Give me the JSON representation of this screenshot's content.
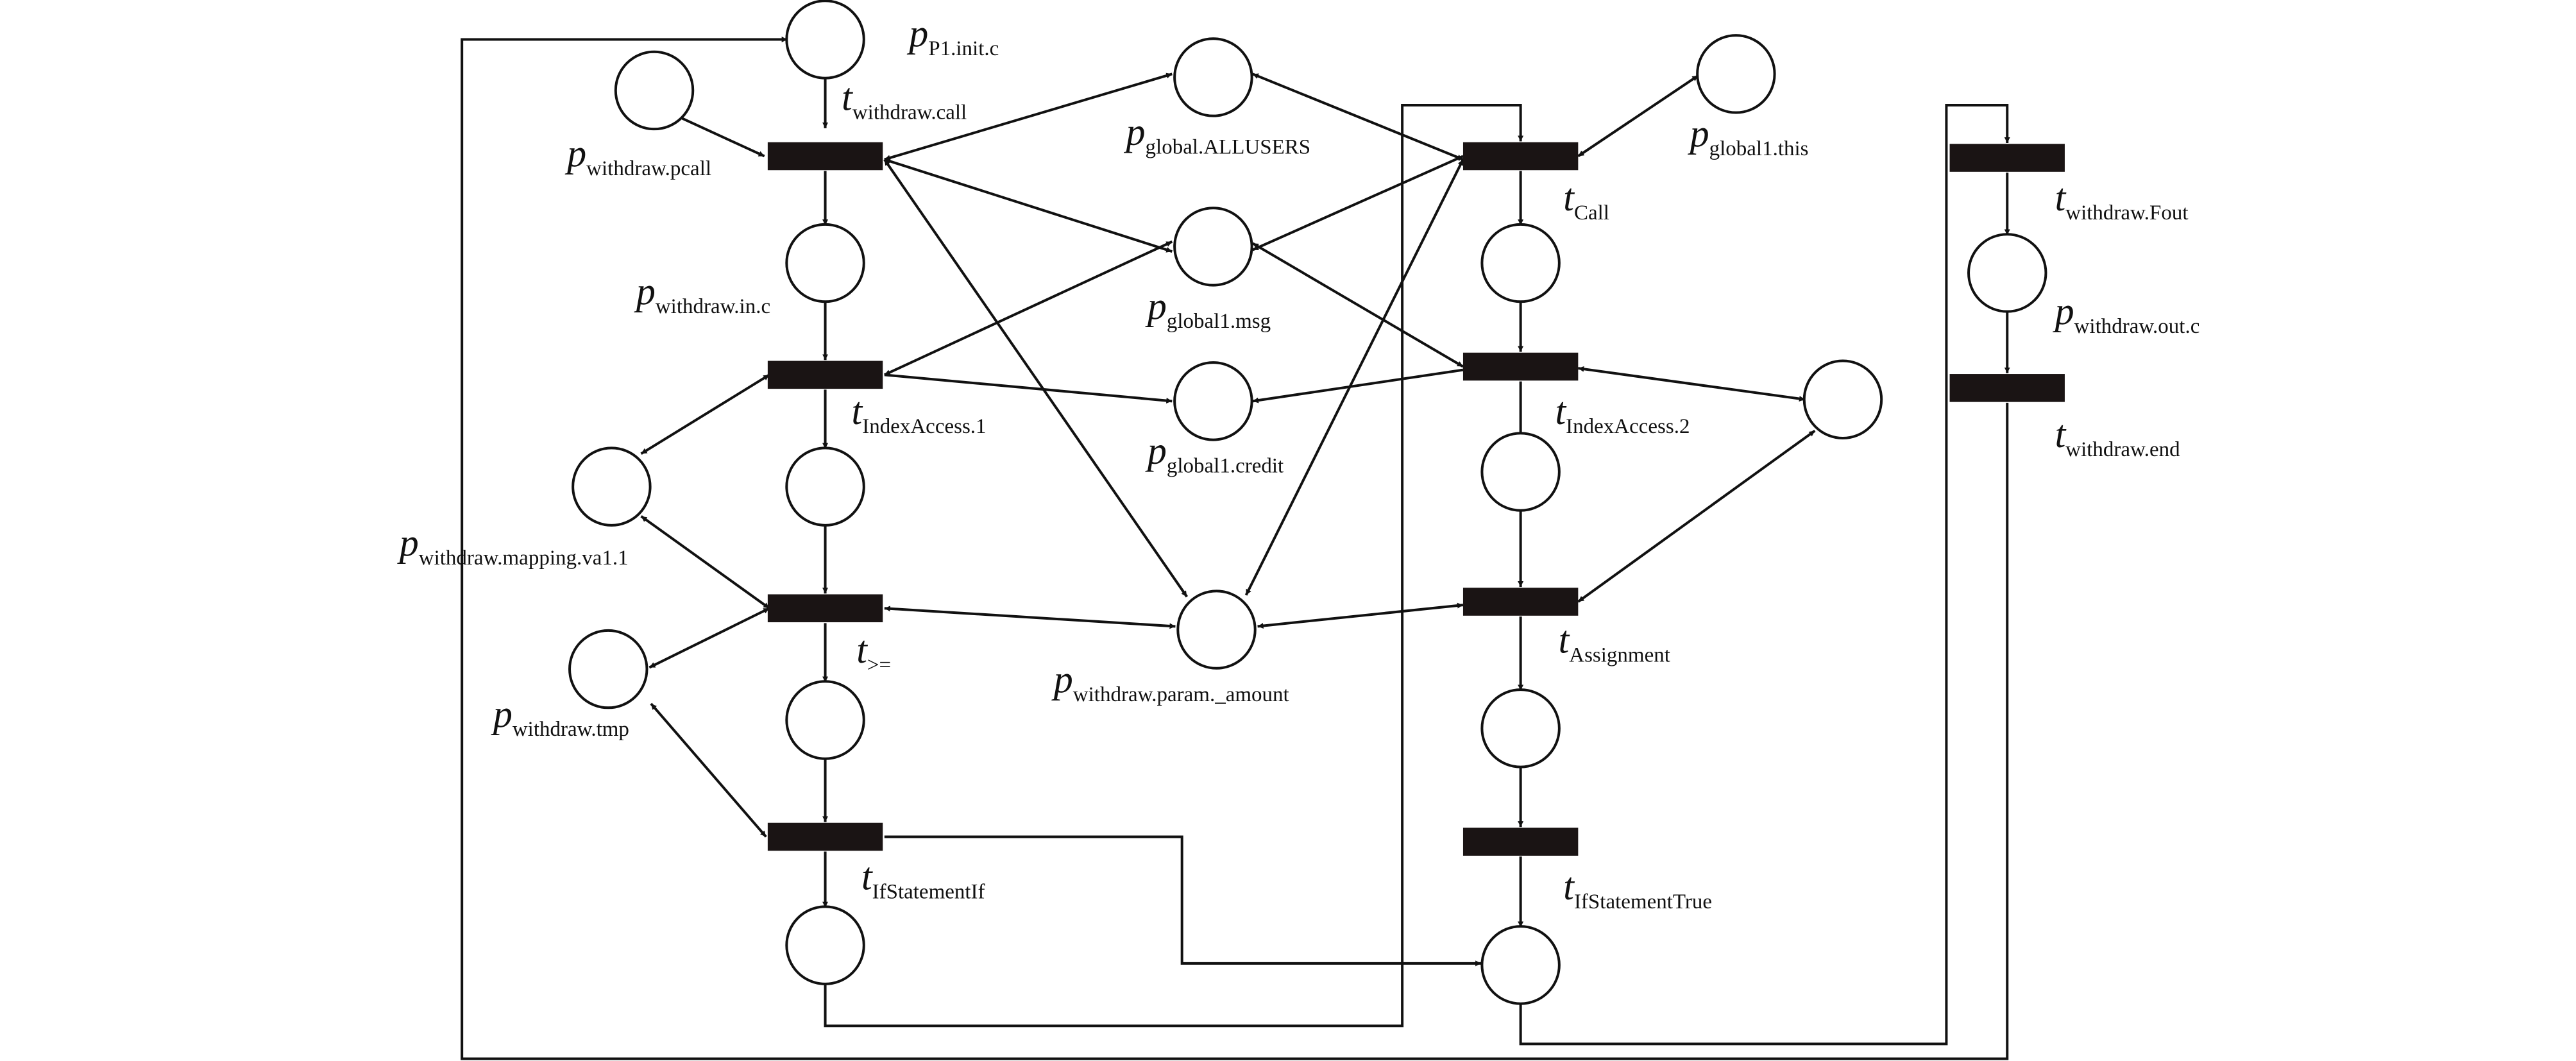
{
  "diagram": {
    "type": "petri-net",
    "places": [
      {
        "id": "p_init",
        "label": {
          "main": "p",
          "sub": "P1.init.c"
        }
      },
      {
        "id": "p_pcall",
        "label": {
          "main": "p",
          "sub": "withdraw.pcall"
        }
      },
      {
        "id": "p_inc",
        "label": {
          "main": "p",
          "sub": "withdraw.in.c"
        }
      },
      {
        "id": "p_l3",
        "label": null
      },
      {
        "id": "p_l4",
        "label": null
      },
      {
        "id": "p_l5",
        "label": null
      },
      {
        "id": "p_mapping",
        "label": {
          "main": "p",
          "sub": "withdraw.mapping.va1.1"
        }
      },
      {
        "id": "p_tmp",
        "label": {
          "main": "p",
          "sub": "withdraw.tmp"
        }
      },
      {
        "id": "p_allusers",
        "label": {
          "main": "p",
          "sub": "global.ALLUSERS"
        }
      },
      {
        "id": "p_msg",
        "label": {
          "main": "p",
          "sub": "global1.msg"
        }
      },
      {
        "id": "p_credit",
        "label": {
          "main": "p",
          "sub": "global1.credit"
        }
      },
      {
        "id": "p_amount",
        "label": {
          "main": "p",
          "sub": "withdraw.param._amount"
        }
      },
      {
        "id": "p_this",
        "label": {
          "main": "p",
          "sub": "global1.this"
        }
      },
      {
        "id": "p_r2",
        "label": null
      },
      {
        "id": "p_r3",
        "label": null
      },
      {
        "id": "p_r4",
        "label": null
      },
      {
        "id": "p_r5",
        "label": null
      },
      {
        "id": "p_rside",
        "label": null
      },
      {
        "id": "p_outc",
        "label": {
          "main": "p",
          "sub": "withdraw.out.c"
        }
      }
    ],
    "transitions": [
      {
        "id": "t_call",
        "label": {
          "main": "t",
          "sub": "withdraw.call"
        }
      },
      {
        "id": "t_ia1",
        "label": {
          "main": "t",
          "sub": "IndexAccess.1"
        }
      },
      {
        "id": "t_ge",
        "label": {
          "main": "t",
          "sub": ">="
        }
      },
      {
        "id": "t_ifif",
        "label": {
          "main": "t",
          "sub": "IfStatementIf"
        }
      },
      {
        "id": "t_Call",
        "label": {
          "main": "t",
          "sub": "Call"
        }
      },
      {
        "id": "t_ia2",
        "label": {
          "main": "t",
          "sub": "IndexAccess.2"
        }
      },
      {
        "id": "t_assign",
        "label": {
          "main": "t",
          "sub": "Assignment"
        }
      },
      {
        "id": "t_iftrue",
        "label": {
          "main": "t",
          "sub": "IfStatementTrue"
        }
      },
      {
        "id": "t_fout",
        "label": {
          "main": "t",
          "sub": "withdraw.Fout"
        }
      },
      {
        "id": "t_end",
        "label": {
          "main": "t",
          "sub": "withdraw.end"
        }
      }
    ]
  }
}
